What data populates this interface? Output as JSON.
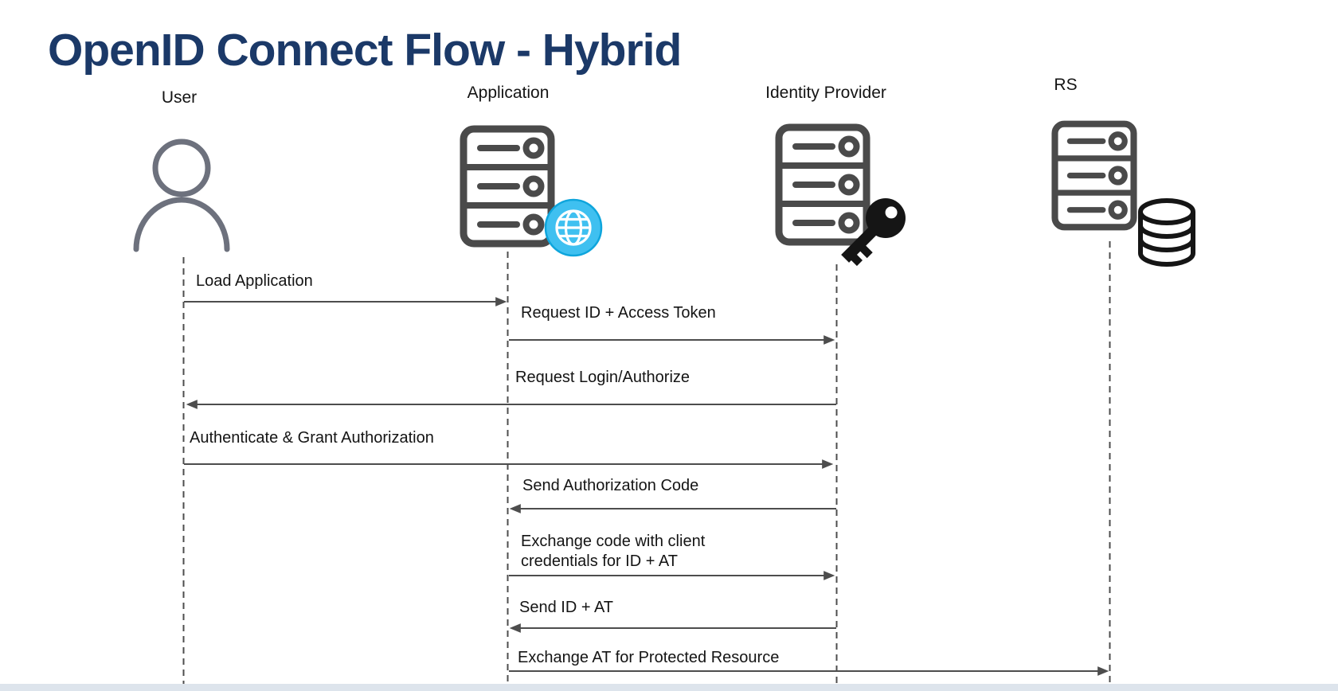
{
  "title": "OpenID Connect Flow - Hybrid",
  "diagram_type": "sequence-diagram",
  "actors": [
    {
      "name": "User",
      "icon": "person-icon"
    },
    {
      "name": "Application",
      "icon": "server-icon with globe-badge-icon"
    },
    {
      "name": "Identity Provider",
      "icon": "server-icon with key-badge-icon"
    },
    {
      "name": "RS",
      "icon": "server-icon with database-badge-icon"
    }
  ],
  "messages": [
    {
      "label": "Load Application",
      "from": "User",
      "to": "Application",
      "direction": "right"
    },
    {
      "label": "Request ID + Access Token",
      "from": "Application",
      "to": "Identity Provider",
      "direction": "right"
    },
    {
      "label": "Request Login/Authorize",
      "from": "Identity Provider",
      "to": "User",
      "direction": "left"
    },
    {
      "label": "Authenticate & Grant Authorization",
      "from": "User",
      "to": "Identity Provider",
      "direction": "right"
    },
    {
      "label": "Send Authorization Code",
      "from": "Identity Provider",
      "to": "Application",
      "direction": "left"
    },
    {
      "label": "Exchange code with client credentials for ID + AT",
      "from": "Application",
      "to": "Identity Provider",
      "direction": "right"
    },
    {
      "label": "Send ID + AT",
      "from": "Identity Provider",
      "to": "Application",
      "direction": "left"
    },
    {
      "label": "Exchange AT for Protected Resource",
      "from": "Application",
      "to": "RS",
      "direction": "right"
    }
  ],
  "colors": {
    "title_navy": "#1b3968",
    "server_icon_gray": "#4a4a4a",
    "person_icon_gray": "#6d717d",
    "globe_cyan": "#3fc0f0",
    "key_black": "#151515",
    "arrow_gray": "#4d4d4d"
  }
}
